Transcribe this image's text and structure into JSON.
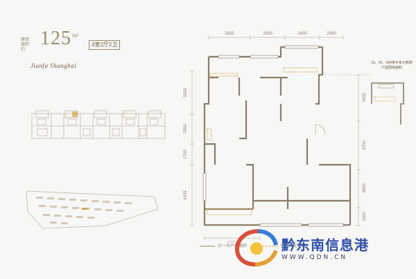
{
  "unit": {
    "area_label_line1": "建筑",
    "area_label_line2": "面积约",
    "area_value": "125",
    "area_unit": "m²",
    "layout": "3室2厅2卫"
  },
  "brand": "Jianfa Shanghai",
  "dimensions": {
    "top": [
      "2935",
      "2500",
      "2400",
      "2050"
    ],
    "left": [
      "3200",
      "2550",
      "1700",
      "4335"
    ],
    "right": [
      "3435",
      "3700",
      "3550",
      "1500"
    ],
    "bottom": [
      "3500"
    ]
  },
  "note": "18、26、28#楼中单元西侧户型厨房面积",
  "legend": {
    "solid": "计一半产权面积",
    "dashed": "不计产权面积"
  },
  "colors": {
    "accent": "#9c8a6e",
    "wall": "#8c7c68",
    "dashed": "#d9a24a",
    "watermark": "#2f4fa8"
  },
  "watermark": {
    "title": "黔东南信息港",
    "url": "WWW.QDN.CN"
  }
}
